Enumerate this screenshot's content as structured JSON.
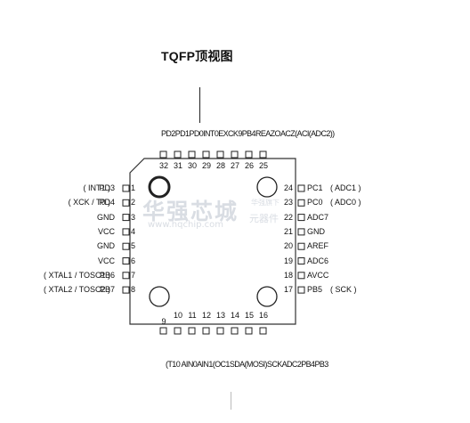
{
  "title": "TQFP顶视图",
  "watermark": {
    "main": "华强芯城",
    "sub": "www.hqchip.com",
    "side1": "华强旗下",
    "side2": "元器件"
  },
  "top": {
    "signals_text": "PD2PD1PD0INT0EXCK9PB4REAZOACZ(ACI(ADC2))",
    "pins": [
      "32",
      "31",
      "30",
      "29",
      "28",
      "27",
      "26",
      "25"
    ]
  },
  "bottom": {
    "signals_text": "(T10  AIN0AIN1(OC1SDA(MOSI)SCKADC2PB4PB3",
    "pins": [
      "9",
      "10",
      "11",
      "12",
      "13",
      "14",
      "15",
      "16"
    ]
  },
  "left": [
    {
      "num": "1",
      "pin": "PD3",
      "fn": "( INT1 )"
    },
    {
      "num": "2",
      "pin": "PD4",
      "fn": "( XCK / T0 )"
    },
    {
      "num": "3",
      "pin": "GND",
      "fn": ""
    },
    {
      "num": "4",
      "pin": "VCC",
      "fn": ""
    },
    {
      "num": "5",
      "pin": "GND",
      "fn": ""
    },
    {
      "num": "6",
      "pin": "VCC",
      "fn": ""
    },
    {
      "num": "7",
      "pin": "PB6",
      "fn": "( XTAL1 / TOSC1 )"
    },
    {
      "num": "8",
      "pin": "PB7",
      "fn": "( XTAL2 / TOSC2 )"
    }
  ],
  "right": [
    {
      "num": "24",
      "pin": "PC1",
      "fn": "( ADC1 )"
    },
    {
      "num": "23",
      "pin": "PC0",
      "fn": "( ADC0 )"
    },
    {
      "num": "22",
      "pin": "ADC7",
      "fn": ""
    },
    {
      "num": "21",
      "pin": "GND",
      "fn": ""
    },
    {
      "num": "20",
      "pin": "AREF",
      "fn": ""
    },
    {
      "num": "19",
      "pin": "ADC6",
      "fn": ""
    },
    {
      "num": "18",
      "pin": "AVCC",
      "fn": ""
    },
    {
      "num": "17",
      "pin": "PB5",
      "fn": "( SCK )"
    }
  ]
}
